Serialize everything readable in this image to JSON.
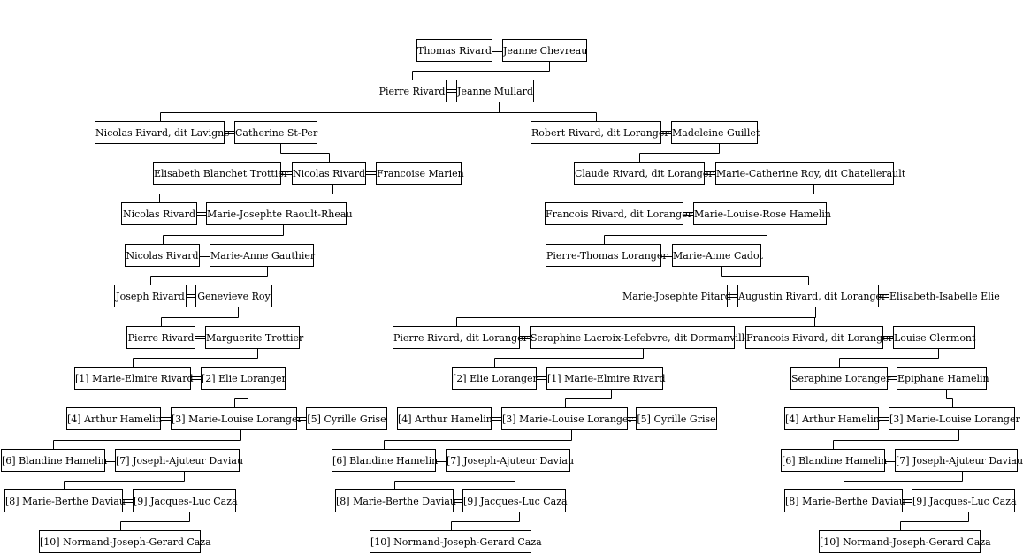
{
  "people": {
    "thomas_rivard": "Thomas Rivard",
    "jeanne_chevreau": "Jeanne Chevreau",
    "pierre_rivard_1": "Pierre Rivard",
    "jeanne_mullard": "Jeanne Mullard",
    "nicolas_rivard_lavigne": "Nicolas Rivard, dit Lavigne",
    "catherine_st_per": "Catherine St-Per",
    "robert_rivard_loranger": "Robert Rivard, dit Loranger",
    "madeleine_guillet": "Madeleine Guillet",
    "elisabeth_blanchet_trottier": "Elisabeth Blanchet Trottier",
    "nicolas_rivard_2": "Nicolas Rivard",
    "francoise_marien": "Francoise Marien",
    "claude_rivard_loranger": "Claude Rivard, dit Loranger",
    "marie_catherine_roy": "Marie-Catherine Roy, dit Chatellerault",
    "nicolas_rivard_3": "Nicolas Rivard",
    "marie_josephte_raoult_rheau": "Marie-Josephte Raoult-Rheau",
    "francois_rivard_loranger_1": "Francois Rivard, dit Loranger",
    "marie_louise_rose_hamelin": "Marie-Louise-Rose Hamelin",
    "nicolas_rivard_4": "Nicolas Rivard",
    "marie_anne_gauthier": "Marie-Anne Gauthier",
    "pierre_thomas_loranger": "Pierre-Thomas Loranger",
    "marie_anne_cadot": "Marie-Anne Cadot",
    "joseph_rivard": "Joseph Rivard",
    "genevieve_roy": "Genevieve Roy",
    "marie_josephte_pitard": "Marie-Josephte Pitard",
    "augustin_rivard_loranger": "Augustin Rivard, dit Loranger",
    "elisabeth_isabelle_elie": "Elisabeth-Isabelle Elie",
    "pierre_rivard_2": "Pierre Rivard",
    "marguerite_trottier": "Marguerite Trottier",
    "pierre_rivard_loranger": "Pierre Rivard, dit Loranger",
    "seraphine_lacroix_lefebvre": "Seraphine Lacroix-Lefebvre, dit Dormanville",
    "francois_rivard_loranger_2": "Francois Rivard, dit Loranger",
    "louise_clermont": "Louise Clermont",
    "a_marie_elmire_rivard": "[1] Marie-Elmire Rivard",
    "a_elie_loranger": "[2] Elie Loranger",
    "b_elie_loranger": "[2] Elie Loranger",
    "b_marie_elmire_rivard": "[1] Marie-Elmire Rivard",
    "seraphine_loranger": "Seraphine Loranger",
    "epiphane_hamelin": "Epiphane Hamelin",
    "a_arthur_hamelin": "[4] Arthur Hamelin",
    "a_marie_louise_loranger": "[3] Marie-Louise Loranger",
    "a_cyrille_grise": "[5] Cyrille Grise",
    "b_arthur_hamelin": "[4] Arthur Hamelin",
    "b_marie_louise_loranger": "[3] Marie-Louise Loranger",
    "b_cyrille_grise": "[5] Cyrille Grise",
    "c_arthur_hamelin": "[4] Arthur Hamelin",
    "c_marie_louise_loranger": "[3] Marie-Louise Loranger",
    "a_blandine_hamelin": "[6] Blandine Hamelin",
    "a_joseph_ajuteur_daviau": "[7] Joseph-Ajuteur Daviau",
    "b_blandine_hamelin": "[6] Blandine Hamelin",
    "b_joseph_ajuteur_daviau": "[7] Joseph-Ajuteur Daviau",
    "c_blandine_hamelin": "[6] Blandine Hamelin",
    "c_joseph_ajuteur_daviau": "[7] Joseph-Ajuteur Daviau",
    "a_marie_berthe_daviau": "[8] Marie-Berthe Daviau",
    "a_jacques_luc_caza": "[9] Jacques-Luc Caza",
    "b_marie_berthe_daviau": "[8] Marie-Berthe Daviau",
    "b_jacques_luc_caza": "[9] Jacques-Luc Caza",
    "c_marie_berthe_daviau": "[8] Marie-Berthe Daviau",
    "c_jacques_luc_caza": "[9] Jacques-Luc Caza",
    "a_normand_joseph_gerard_caza": "[10] Normand-Joseph-Gerard Caza",
    "b_normand_joseph_gerard_caza": "[10] Normand-Joseph-Gerard Caza",
    "c_normand_joseph_gerard_caza": "[10] Normand-Joseph-Gerard Caza"
  },
  "marriages": [
    [
      "thomas_rivard",
      "jeanne_chevreau"
    ],
    [
      "pierre_rivard_1",
      "jeanne_mullard"
    ],
    [
      "nicolas_rivard_lavigne",
      "catherine_st_per"
    ],
    [
      "robert_rivard_loranger",
      "madeleine_guillet"
    ],
    [
      "elisabeth_blanchet_trottier",
      "nicolas_rivard_2"
    ],
    [
      "nicolas_rivard_2",
      "francoise_marien"
    ],
    [
      "claude_rivard_loranger",
      "marie_catherine_roy"
    ],
    [
      "nicolas_rivard_3",
      "marie_josephte_raoult_rheau"
    ],
    [
      "francois_rivard_loranger_1",
      "marie_louise_rose_hamelin"
    ],
    [
      "nicolas_rivard_4",
      "marie_anne_gauthier"
    ],
    [
      "pierre_thomas_loranger",
      "marie_anne_cadot"
    ],
    [
      "joseph_rivard",
      "genevieve_roy"
    ],
    [
      "marie_josephte_pitard",
      "augustin_rivard_loranger"
    ],
    [
      "augustin_rivard_loranger",
      "elisabeth_isabelle_elie"
    ],
    [
      "pierre_rivard_2",
      "marguerite_trottier"
    ],
    [
      "pierre_rivard_loranger",
      "seraphine_lacroix_lefebvre"
    ],
    [
      "francois_rivard_loranger_2",
      "louise_clermont"
    ],
    [
      "a_marie_elmire_rivard",
      "a_elie_loranger"
    ],
    [
      "b_elie_loranger",
      "b_marie_elmire_rivard"
    ],
    [
      "seraphine_loranger",
      "epiphane_hamelin"
    ],
    [
      "a_arthur_hamelin",
      "a_marie_louise_loranger"
    ],
    [
      "a_marie_louise_loranger",
      "a_cyrille_grise"
    ],
    [
      "b_arthur_hamelin",
      "b_marie_louise_loranger"
    ],
    [
      "b_marie_louise_loranger",
      "b_cyrille_grise"
    ],
    [
      "c_arthur_hamelin",
      "c_marie_louise_loranger"
    ],
    [
      "a_blandine_hamelin",
      "a_joseph_ajuteur_daviau"
    ],
    [
      "b_blandine_hamelin",
      "b_joseph_ajuteur_daviau"
    ],
    [
      "c_blandine_hamelin",
      "c_joseph_ajuteur_daviau"
    ],
    [
      "a_marie_berthe_daviau",
      "a_jacques_luc_caza"
    ],
    [
      "b_marie_berthe_daviau",
      "b_jacques_luc_caza"
    ],
    [
      "c_marie_berthe_daviau",
      "c_jacques_luc_caza"
    ]
  ],
  "descents": [
    {
      "from": [
        "thomas_rivard",
        "jeanne_chevreau"
      ],
      "children": [
        "pierre_rivard_1"
      ]
    },
    {
      "from": [
        "pierre_rivard_1",
        "jeanne_mullard"
      ],
      "children": [
        "nicolas_rivard_lavigne",
        "robert_rivard_loranger"
      ]
    },
    {
      "from": [
        "nicolas_rivard_lavigne",
        "catherine_st_per"
      ],
      "children": [
        "nicolas_rivard_2"
      ]
    },
    {
      "from": [
        "robert_rivard_loranger",
        "madeleine_guillet"
      ],
      "children": [
        "claude_rivard_loranger"
      ]
    },
    {
      "from": [
        "elisabeth_blanchet_trottier",
        "nicolas_rivard_2"
      ],
      "children": [
        "nicolas_rivard_3"
      ]
    },
    {
      "from": [
        "claude_rivard_loranger",
        "marie_catherine_roy"
      ],
      "children": [
        "francois_rivard_loranger_1"
      ]
    },
    {
      "from": [
        "nicolas_rivard_3",
        "marie_josephte_raoult_rheau"
      ],
      "children": [
        "nicolas_rivard_4"
      ]
    },
    {
      "from": [
        "francois_rivard_loranger_1",
        "marie_louise_rose_hamelin"
      ],
      "children": [
        "pierre_thomas_loranger"
      ]
    },
    {
      "from": [
        "nicolas_rivard_4",
        "marie_anne_gauthier"
      ],
      "children": [
        "joseph_rivard"
      ]
    },
    {
      "from": [
        "pierre_thomas_loranger",
        "marie_anne_cadot"
      ],
      "children": [
        "augustin_rivard_loranger"
      ]
    },
    {
      "from": [
        "joseph_rivard",
        "genevieve_roy"
      ],
      "children": [
        "pierre_rivard_2"
      ]
    },
    {
      "from": [
        "marie_josephte_pitard",
        "augustin_rivard_loranger"
      ],
      "children": [
        "pierre_rivard_loranger",
        "francois_rivard_loranger_2"
      ]
    },
    {
      "from": [
        "pierre_rivard_2",
        "marguerite_trottier"
      ],
      "children": [
        "a_marie_elmire_rivard"
      ]
    },
    {
      "from": [
        "pierre_rivard_loranger",
        "seraphine_lacroix_lefebvre"
      ],
      "children": [
        "b_elie_loranger"
      ]
    },
    {
      "from": [
        "francois_rivard_loranger_2",
        "louise_clermont"
      ],
      "children": [
        "seraphine_loranger"
      ]
    },
    {
      "from": [
        "a_marie_elmire_rivard",
        "a_elie_loranger"
      ],
      "children": [
        "a_marie_louise_loranger"
      ]
    },
    {
      "from": [
        "b_elie_loranger",
        "b_marie_elmire_rivard"
      ],
      "children": [
        "b_marie_louise_loranger"
      ]
    },
    {
      "from": [
        "seraphine_loranger",
        "epiphane_hamelin"
      ],
      "children": [
        "c_marie_louise_loranger"
      ]
    },
    {
      "from": [
        "a_arthur_hamelin",
        "a_marie_louise_loranger"
      ],
      "children": [
        "a_blandine_hamelin"
      ]
    },
    {
      "from": [
        "b_arthur_hamelin",
        "b_marie_louise_loranger"
      ],
      "children": [
        "b_blandine_hamelin"
      ]
    },
    {
      "from": [
        "c_arthur_hamelin",
        "c_marie_louise_loranger"
      ],
      "children": [
        "c_blandine_hamelin"
      ]
    },
    {
      "from": [
        "a_blandine_hamelin",
        "a_joseph_ajuteur_daviau"
      ],
      "children": [
        "a_marie_berthe_daviau"
      ]
    },
    {
      "from": [
        "b_blandine_hamelin",
        "b_joseph_ajuteur_daviau"
      ],
      "children": [
        "b_marie_berthe_daviau"
      ]
    },
    {
      "from": [
        "c_blandine_hamelin",
        "c_joseph_ajuteur_daviau"
      ],
      "children": [
        "c_marie_berthe_daviau"
      ]
    },
    {
      "from": [
        "a_marie_berthe_daviau",
        "a_jacques_luc_caza"
      ],
      "children": [
        "a_normand_joseph_gerard_caza"
      ]
    },
    {
      "from": [
        "b_marie_berthe_daviau",
        "b_jacques_luc_caza"
      ],
      "children": [
        "b_normand_joseph_gerard_caza"
      ]
    },
    {
      "from": [
        "c_marie_berthe_daviau",
        "c_jacques_luc_caza"
      ],
      "children": [
        "c_normand_joseph_gerard_caza"
      ]
    }
  ]
}
